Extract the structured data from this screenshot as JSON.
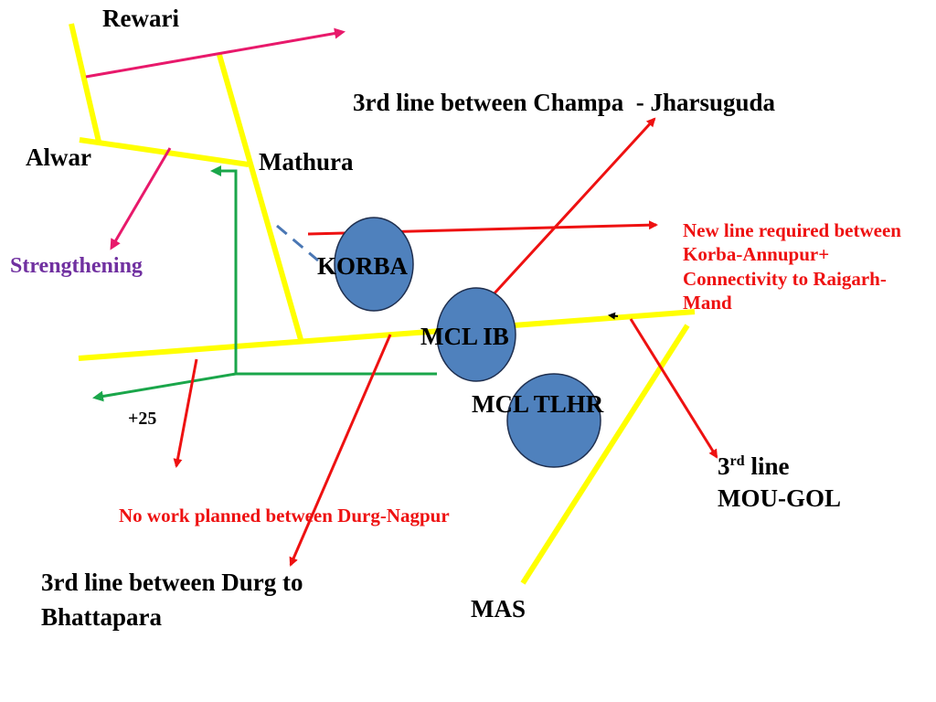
{
  "colors": {
    "track_yellow": "#ffff00",
    "pink_arrow": "#e8196b",
    "red_arrow": "#ee1111",
    "green_route": "#1aa64a",
    "node_fill": "#4f81bd",
    "node_stroke": "#1f2f4f",
    "dashed_link": "#4a77b4",
    "strengthening_text": "#7030a0"
  },
  "labels": {
    "rewari": "Rewari",
    "alwar": "Alwar",
    "mathura": "Mathura",
    "strengthening": "Strengthening",
    "champa_jharsuguda": "3rd line between Champa  - Jharsuguda",
    "korba": "KORBA",
    "mcl_ib": "MCL IB",
    "mcl_tlhr": "MCL TLHR",
    "new_line_note": "New line required between Korba-Annupur+ Connectivity to Raigarh-Mand",
    "plus25": "+25",
    "mou_gol_prefix": "3",
    "mou_gol_sup": "rd",
    "mou_gol_line": " line",
    "mou_gol_name": "MOU-GOL",
    "no_work": "No work planned between Durg-Nagpur",
    "durg_bhattapara": "3rd line between Durg to Bhattapara",
    "mas": "MAS"
  },
  "nodes": [
    {
      "name": "korba-node",
      "label": "KORBA"
    },
    {
      "name": "mcl-ib-node",
      "label": "MCL IB"
    },
    {
      "name": "mcl-tlhr-node",
      "label": "MCL TLHR"
    }
  ]
}
